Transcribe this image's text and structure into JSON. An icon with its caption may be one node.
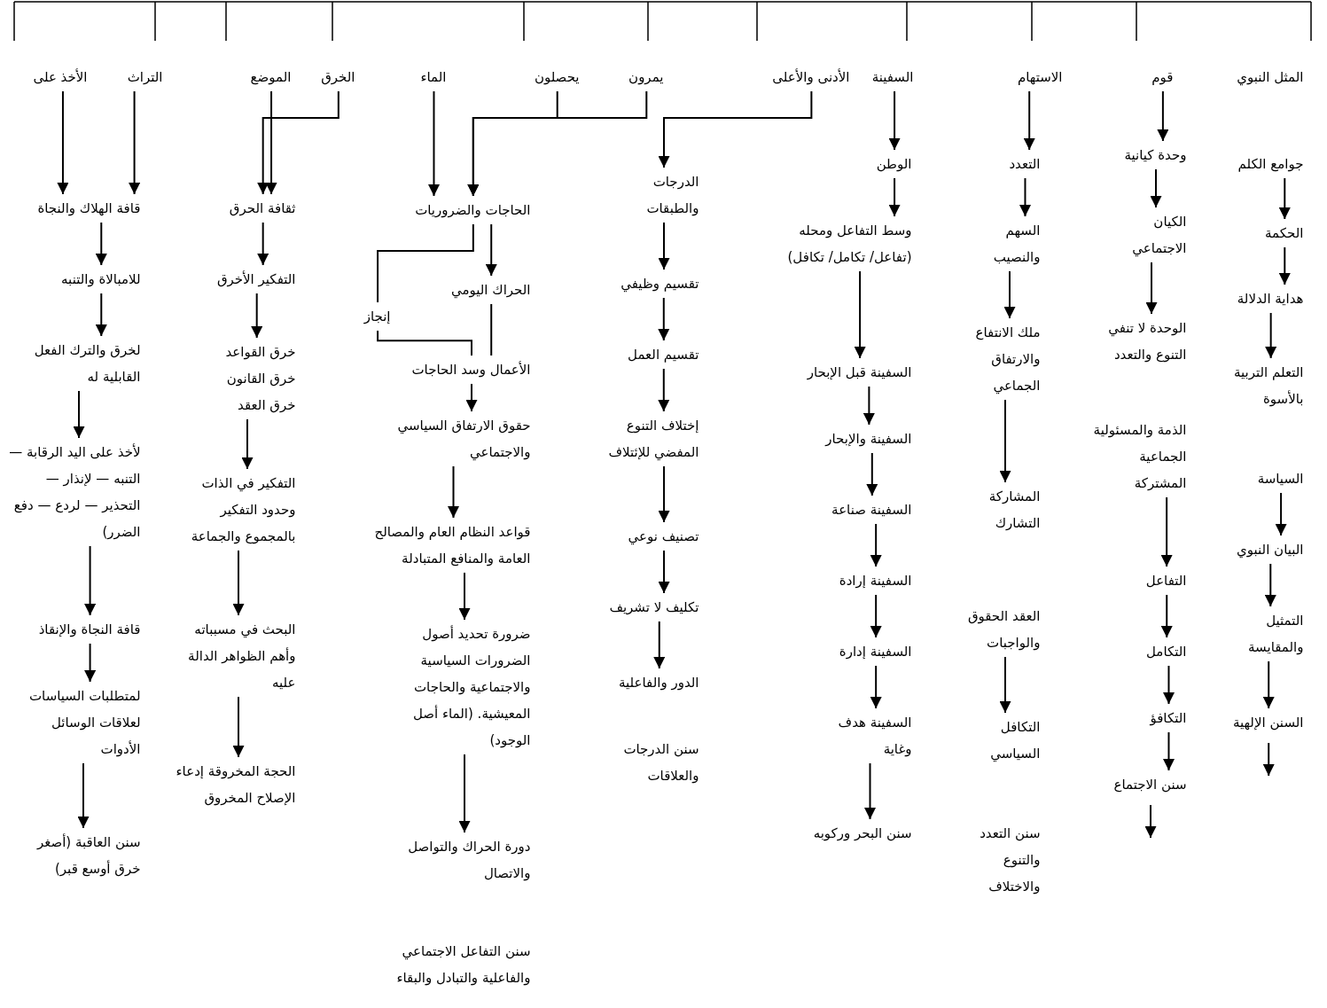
{
  "diagram": {
    "nodes": [
      {
        "text": [
          "المثل النبوي"
        ]
      },
      {
        "text": [
          "قوم"
        ]
      },
      {
        "text": [
          "الاستهام"
        ]
      },
      {
        "text": [
          "السفينة"
        ]
      },
      {
        "text": [
          "الأدنى والأعلى"
        ]
      },
      {
        "text": [
          "يمرون"
        ]
      },
      {
        "text": [
          "يحصلون"
        ]
      },
      {
        "text": [
          "الماء"
        ]
      },
      {
        "text": [
          "الخرق"
        ]
      },
      {
        "text": [
          "الموضع"
        ]
      },
      {
        "text": [
          "التراث"
        ]
      },
      {
        "text": [
          "الأخذ على"
        ]
      },
      {
        "text": [
          "جوامع الكلم"
        ]
      },
      {
        "text": [
          "الحكمة"
        ]
      },
      {
        "text": [
          "هداية الدلالة"
        ]
      },
      {
        "text": [
          "التعلم التربية بالأسوة"
        ]
      },
      {
        "text": [
          "السياسة"
        ]
      },
      {
        "text": [
          "البيان النبوي"
        ]
      },
      {
        "text": [
          "التمثيل والمقايسة"
        ]
      },
      {
        "text": [
          "السنن الإلهية"
        ]
      },
      {
        "text": [
          "وحدة كيانية"
        ]
      },
      {
        "text": [
          "الكيان الاجتماعي"
        ]
      },
      {
        "text": [
          "الوحدة لا تنفي التنوع والتعدد"
        ]
      },
      {
        "text": [
          "الذمة والمسئولية الجماعية المشتركة"
        ]
      },
      {
        "text": [
          "التفاعل"
        ]
      },
      {
        "text": [
          "التكامل"
        ]
      },
      {
        "text": [
          "التكافؤ"
        ]
      },
      {
        "text": [
          "سنن الاجتماع"
        ]
      },
      {
        "text": [
          "التعدد"
        ]
      },
      {
        "text": [
          "السهم والنصيب"
        ]
      },
      {
        "text": [
          "ملك الانتفاع والارتفاق الجماعي"
        ]
      },
      {
        "text": [
          "المشاركة التشارك"
        ]
      },
      {
        "text": [
          "العقد الحقوق والواجبات"
        ]
      },
      {
        "text": [
          "التكافل السياسي"
        ]
      },
      {
        "text": [
          "سنن التعدد والتنوع والاختلاف"
        ]
      },
      {
        "text": [
          "الوطن"
        ]
      },
      {
        "text": [
          "وسط التفاعل ومحله (تفاعل/ تكامل/ تكافل)"
        ]
      },
      {
        "text": [
          "السفينة قبل الإبحار"
        ]
      },
      {
        "text": [
          "السفينة والإبحار"
        ]
      },
      {
        "text": [
          "السفينة صناعة"
        ]
      },
      {
        "text": [
          "السفينة إرادة"
        ]
      },
      {
        "text": [
          "السفينة إدارة"
        ]
      },
      {
        "text": [
          "السفينة هدف وغاية"
        ]
      },
      {
        "text": [
          "سنن البحر وركوبه"
        ]
      },
      {
        "text": [
          "الدرجات والطبقات"
        ]
      },
      {
        "text": [
          "تقسيم وظيفي"
        ]
      },
      {
        "text": [
          "تقسيم العمل"
        ]
      },
      {
        "text": [
          "إختلاف التنوع المفضي للإئتلاف"
        ]
      },
      {
        "text": [
          "تصنيف نوعي"
        ]
      },
      {
        "text": [
          "تكليف لا تشريف"
        ]
      },
      {
        "text": [
          "الدور والفاعلية"
        ]
      },
      {
        "text": [
          "سنن الدرجات والعلاقات"
        ]
      },
      {
        "text": [
          "الحاجات والضروريات"
        ]
      },
      {
        "text": [
          "الحراك اليومي"
        ]
      },
      {
        "text": [
          "إنجاز"
        ]
      },
      {
        "text": [
          "الأعمال وسد الحاجات"
        ]
      },
      {
        "text": [
          "حقوق الارتفاق السياسي والاجتماعي"
        ]
      },
      {
        "text": [
          "قواعد النظام العام والمصالح العامة والمنافع المتبادلة"
        ]
      },
      {
        "text": [
          "ضرورة تحديد أصول الضرورات السياسية والاجتماعية والحاجات المعيشية. (الماء أصل الوجود)"
        ]
      },
      {
        "text": [
          "دورة الحراك والتواصل والاتصال"
        ]
      },
      {
        "text": [
          "سنن التفاعل الاجتماعي والفاعلية والتبادل والبقاء"
        ]
      },
      {
        "text": [
          "ثقافة الحرق"
        ]
      },
      {
        "text": [
          "التفكير الأخرق"
        ]
      },
      {
        "text": [
          "خرق القواعد خرق القانون خرق العقد"
        ]
      },
      {
        "text": [
          "التفكير في الذات وحدود التفكير بالمجموع والجماعة"
        ]
      },
      {
        "text": [
          "البحث في مسبباته وأهم الظواهر الدالة عليه"
        ]
      },
      {
        "text": [
          "الحجة المخروقة إدعاء الإصلاح المخروق"
        ]
      },
      {
        "text": [
          "قافة الهلاك والنجاة"
        ]
      },
      {
        "text": [
          "للامبالاة والتنبه"
        ]
      },
      {
        "text": [
          "لخرق والترك الفعل القابلية له"
        ]
      },
      {
        "text": [
          "لأخذ على اليد الرقابة — التنبه — لإنذار — التحذير — لردع — دفع الضرر)"
        ]
      },
      {
        "text": [
          "قافة النجاة والإنقاذ"
        ]
      },
      {
        "text": [
          "لمتطلبات السياسات لعلاقات الوسائل الأدوات"
        ]
      },
      {
        "text": [
          "سنن العاقبة (أصغر خرق أوسع قبر)"
        ]
      }
    ],
    "edges": [
      {
        "from": 1,
        "to": 20,
        "arrow": "to"
      },
      {
        "from": 2,
        "to": 28,
        "arrow": "to"
      },
      {
        "from": 3,
        "to": 35,
        "arrow": "to"
      },
      {
        "from": 4,
        "to": 44,
        "arrow": "to"
      },
      {
        "from": 5,
        "to": 52,
        "arrow": "to"
      },
      {
        "from": 6,
        "to": 52,
        "arrow": "to"
      },
      {
        "from": 7,
        "to": 52,
        "arrow": "to"
      },
      {
        "from": 8,
        "to": 61,
        "arrow": "to"
      },
      {
        "from": 9,
        "to": 61,
        "arrow": "to"
      },
      {
        "from": 10,
        "to": 67,
        "arrow": "to"
      },
      {
        "from": 11,
        "to": 67,
        "arrow": "to"
      },
      {
        "from": 12,
        "to": 13,
        "arrow": "to"
      },
      {
        "from": 13,
        "to": 14,
        "arrow": "to"
      },
      {
        "from": 14,
        "to": 15,
        "arrow": "to"
      },
      {
        "from": 16,
        "to": 17,
        "arrow": "to"
      },
      {
        "from": 17,
        "to": 18,
        "arrow": "to"
      },
      {
        "from": 18,
        "to": 19,
        "arrow": "to"
      },
      {
        "from": 19,
        "to": null,
        "arrow": "to"
      },
      {
        "from": 20,
        "to": 21,
        "arrow": "to"
      },
      {
        "from": 21,
        "to": 22,
        "arrow": "to"
      },
      {
        "from": 23,
        "to": 24,
        "arrow": "to"
      },
      {
        "from": 24,
        "to": 25,
        "arrow": "to"
      },
      {
        "from": 25,
        "to": 26,
        "arrow": "to"
      },
      {
        "from": 26,
        "to": 27,
        "arrow": "to"
      },
      {
        "from": 27,
        "to": null,
        "arrow": "to"
      },
      {
        "from": 28,
        "to": 29,
        "arrow": "to"
      },
      {
        "from": 29,
        "to": 30,
        "arrow": "to"
      },
      {
        "from": 30,
        "to": 31,
        "arrow": "to"
      },
      {
        "from": 32,
        "to": 33,
        "arrow": "to"
      },
      {
        "from": 35,
        "to": 36,
        "arrow": "to"
      },
      {
        "from": 36,
        "to": 37,
        "arrow": "to"
      },
      {
        "from": 37,
        "to": 38,
        "arrow": "to"
      },
      {
        "from": 38,
        "to": 39,
        "arrow": "to"
      },
      {
        "from": 39,
        "to": 40,
        "arrow": "to"
      },
      {
        "from": 40,
        "to": 41,
        "arrow": "to"
      },
      {
        "from": 41,
        "to": 42,
        "arrow": "to"
      },
      {
        "from": 42,
        "to": 43,
        "arrow": "to"
      },
      {
        "from": 44,
        "to": 45,
        "arrow": "to"
      },
      {
        "from": 45,
        "to": 46,
        "arrow": "to"
      },
      {
        "from": 46,
        "to": 47,
        "arrow": "to"
      },
      {
        "from": 47,
        "to": 48,
        "arrow": "to"
      },
      {
        "from": 48,
        "to": 49,
        "arrow": "to"
      },
      {
        "from": 49,
        "to": 50,
        "arrow": "to"
      },
      {
        "from": 52,
        "to": 53,
        "arrow": "to"
      },
      {
        "from": 52,
        "to": 54,
        "arrow": "none"
      },
      {
        "from": 53,
        "to": 55,
        "arrow": "none"
      },
      {
        "from": 54,
        "to": 55,
        "arrow": "none"
      },
      {
        "from": 55,
        "to": 56,
        "arrow": "to"
      },
      {
        "from": 56,
        "to": 57,
        "arrow": "to"
      },
      {
        "from": 57,
        "to": 58,
        "arrow": "to"
      },
      {
        "from": 58,
        "to": 59,
        "arrow": "to"
      },
      {
        "from": 61,
        "to": 62,
        "arrow": "to"
      },
      {
        "from": 62,
        "to": 63,
        "arrow": "to"
      },
      {
        "from": 63,
        "to": 64,
        "arrow": "to"
      },
      {
        "from": 64,
        "to": 65,
        "arrow": "to"
      },
      {
        "from": 65,
        "to": 66,
        "arrow": "to"
      },
      {
        "from": 67,
        "to": 68,
        "arrow": "to"
      },
      {
        "from": 68,
        "to": 69,
        "arrow": "to"
      },
      {
        "from": 69,
        "to": 70,
        "arrow": "to"
      },
      {
        "from": 70,
        "to": 71,
        "arrow": "to"
      },
      {
        "from": 71,
        "to": 72,
        "arrow": "to"
      },
      {
        "from": 72,
        "to": 73,
        "arrow": "to"
      }
    ]
  }
}
